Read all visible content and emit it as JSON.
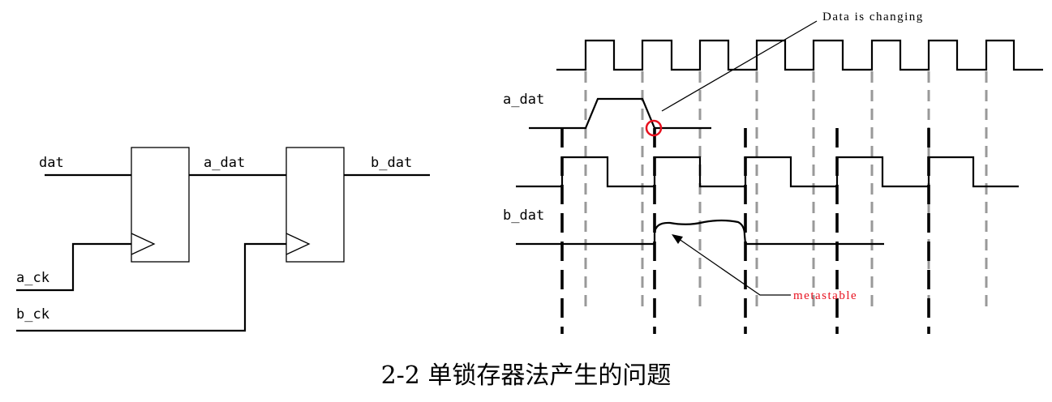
{
  "schematic": {
    "input_label": "dat",
    "mid_label": "a_dat",
    "output_label": "b_dat",
    "clock_a_label": "a_ck",
    "clock_b_label": "b_ck"
  },
  "timing": {
    "a_dat_label": "a_dat",
    "b_dat_label": "b_dat",
    "annotation_changing": "Data is changing",
    "annotation_metastable": "metastable"
  },
  "colors": {
    "highlight": "#e8101e",
    "metastable_text": "#e8101e",
    "gray_dash": "#999999"
  },
  "caption": "2-2 单锁存器法产生的问题"
}
